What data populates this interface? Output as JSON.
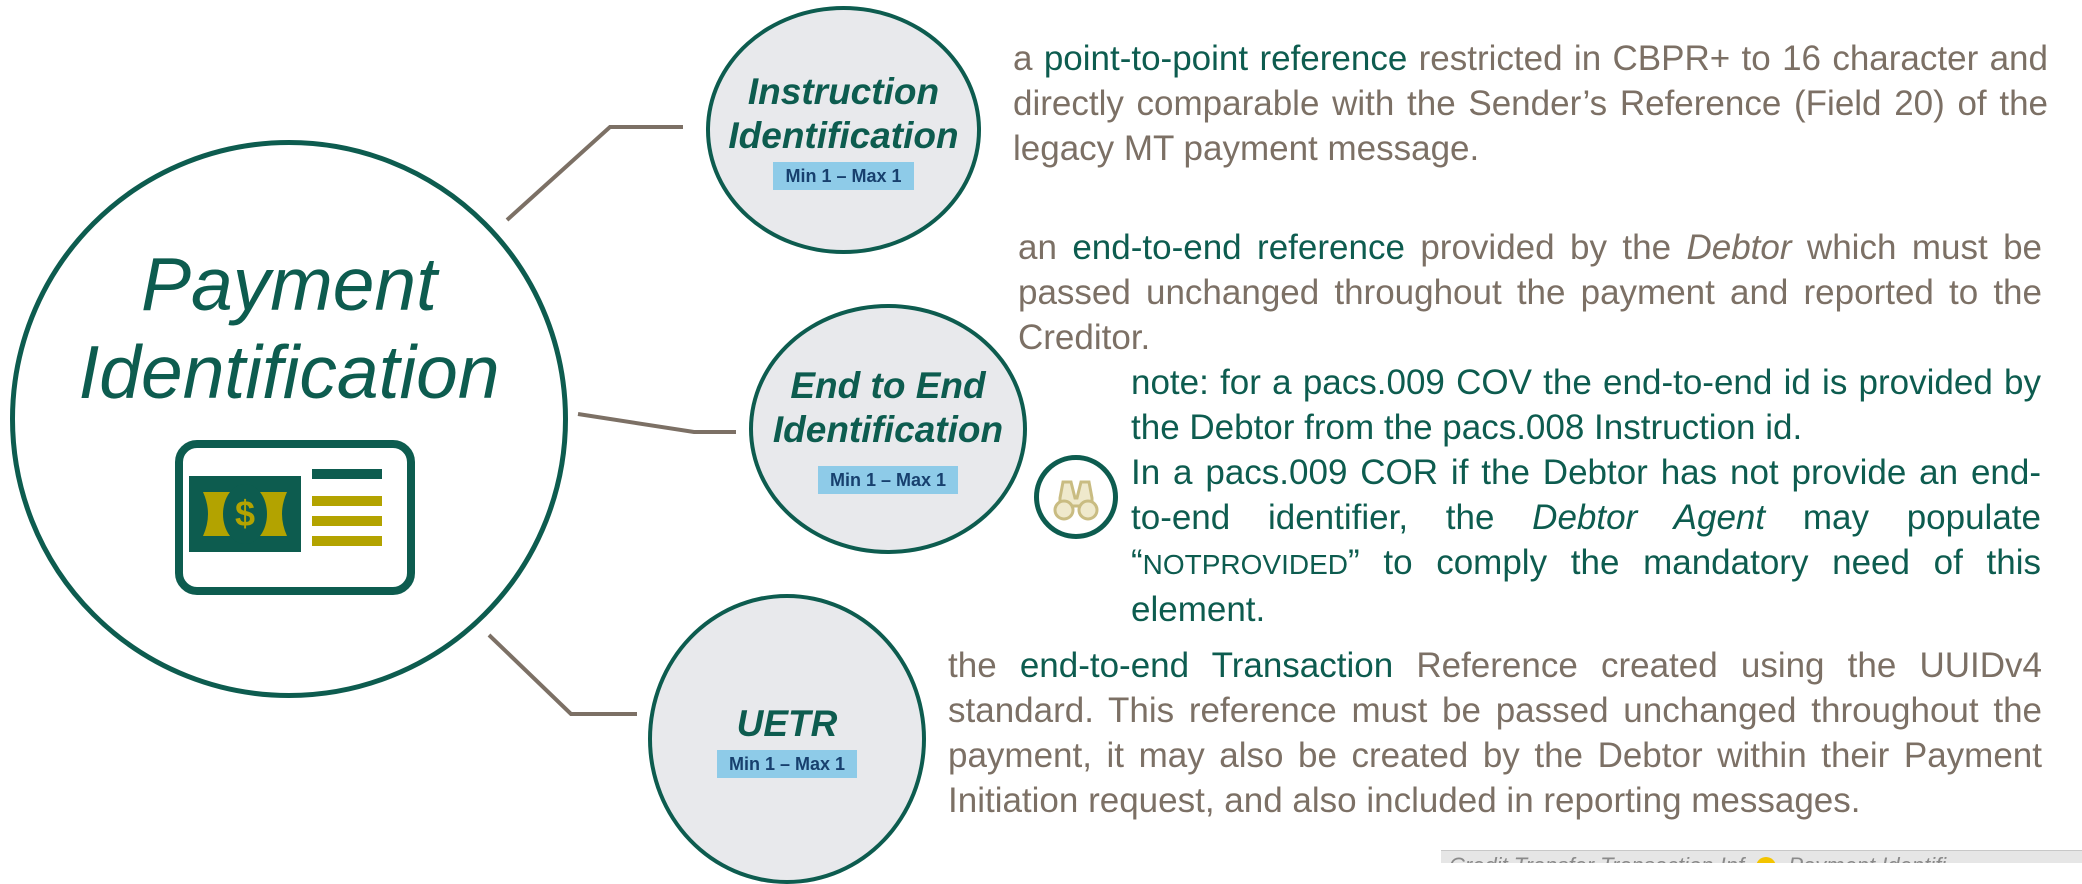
{
  "main": {
    "title_line1": "Payment",
    "title_line2": "Identification"
  },
  "elements": [
    {
      "title_line1": "Instruction",
      "title_line2": "Identification",
      "cardinality": "Min 1 – Max 1",
      "description": {
        "pre": "a ",
        "highlight": "point-to-point reference",
        "post": " restricted in CBPR+ to 16 character and directly comparable with the Sender’s Reference (Field 20) of the legacy MT payment message."
      }
    },
    {
      "title_line1": "End to End",
      "title_line2": "Identification",
      "cardinality": "Min 1 – Max 1",
      "description": {
        "pre": "an ",
        "highlight": "end-to-end reference",
        "mid": " provided by the ",
        "emph": "Debtor",
        "post": " which must be passed unchanged throughout the payment and reported to the Creditor."
      },
      "note": {
        "line1": "note: for a pacs.009 COV the end-to-end id is provided by the Debtor from the pacs.008 Instruction id.",
        "line2_pre": "In a pacs.009 COR if the Debtor has not provide an end-to-end identifier, the ",
        "line2_emph": "Debtor Agent",
        "line2_mid": " may populate “",
        "line2_code": "NOTPROVIDED",
        "line2_post": "” to comply the mandatory need of this element."
      }
    },
    {
      "title_line1": "UETR",
      "cardinality": "Min 1 – Max 1",
      "description": {
        "pre": "the ",
        "highlight": "end-to-end Transaction",
        "post": " Reference created using the UUIDv4 standard. This reference must be passed unchanged throughout the payment, it may also be created by the Debtor within their Payment Initiation request, and also included in reporting messages."
      }
    }
  ],
  "footer": {
    "left": "Credit Transfer Transaction Inf",
    "right": "Payment Identifi"
  },
  "colors": {
    "primary": "#0d5c4f",
    "text": "#7c7065",
    "bubble": "#e8e9ec",
    "tag": "#8ecbe8",
    "tag_text": "#17406e",
    "money": "#b3a300",
    "connector": "#7c7065"
  },
  "icons": [
    "money-card-icon",
    "binoculars-icon",
    "clock-icon"
  ]
}
